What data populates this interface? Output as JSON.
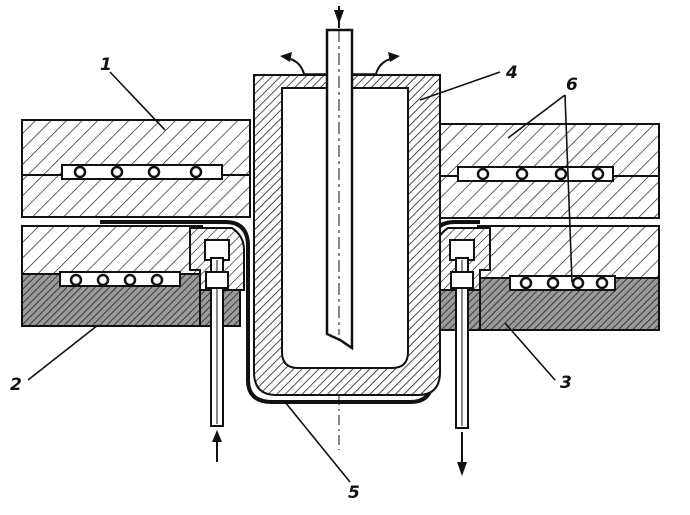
{
  "figure": {
    "labels": {
      "l1": "1",
      "l2": "2",
      "l3": "3",
      "l4": "4",
      "l5": "5",
      "l6": "6"
    },
    "colors": {
      "ink": "#111111",
      "paper": "#ffffff",
      "dark_block": "#8a8a8a"
    }
  }
}
